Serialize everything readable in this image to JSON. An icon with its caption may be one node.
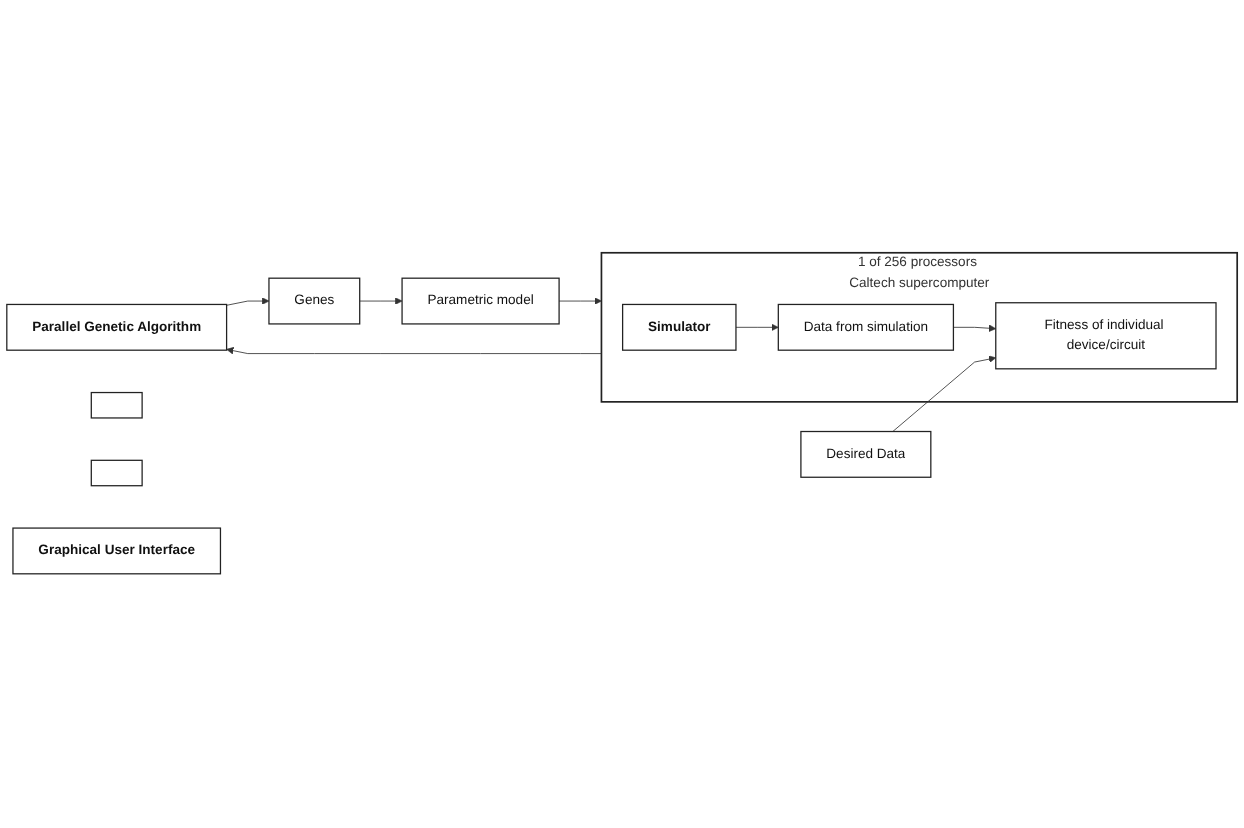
{
  "diagram": {
    "nodes": [
      {
        "text": [
          "Parallel Genetic Algorithm"
        ]
      },
      {
        "text": [
          "Genes"
        ]
      },
      {
        "text": [
          "Parametric model"
        ]
      },
      {
        "text": [
          "1 of 256 processors Caltech supercomputer"
        ]
      },
      {
        "text": [
          "Simulator"
        ],
        "in": 3
      },
      {
        "text": [],
        "shape": "box"
      },
      {
        "text": [],
        "shape": "box"
      },
      {
        "text": [
          "Data from simulation"
        ],
        "in": 3
      },
      {
        "text": [
          "Fitness of individual device/circuit"
        ],
        "in": 3
      },
      {
        "text": [
          "Graphical User Interface"
        ]
      },
      {
        "text": [
          "Desired Data"
        ]
      }
    ],
    "edges": [
      {
        "from": 0,
        "to": 1,
        "arrow": "to"
      },
      {
        "from": 1,
        "to": 2,
        "arrow": "to"
      },
      {
        "from": 2,
        "to": 3,
        "arrow": "to"
      },
      {
        "from": 4,
        "to": 7,
        "arrow": "to"
      },
      {
        "from": 7,
        "to": 8,
        "arrow": "to"
      },
      {
        "from": 3,
        "to": 0,
        "arrow": "to"
      },
      {
        "from": 10,
        "to": 8,
        "arrow": "to"
      }
    ]
  }
}
